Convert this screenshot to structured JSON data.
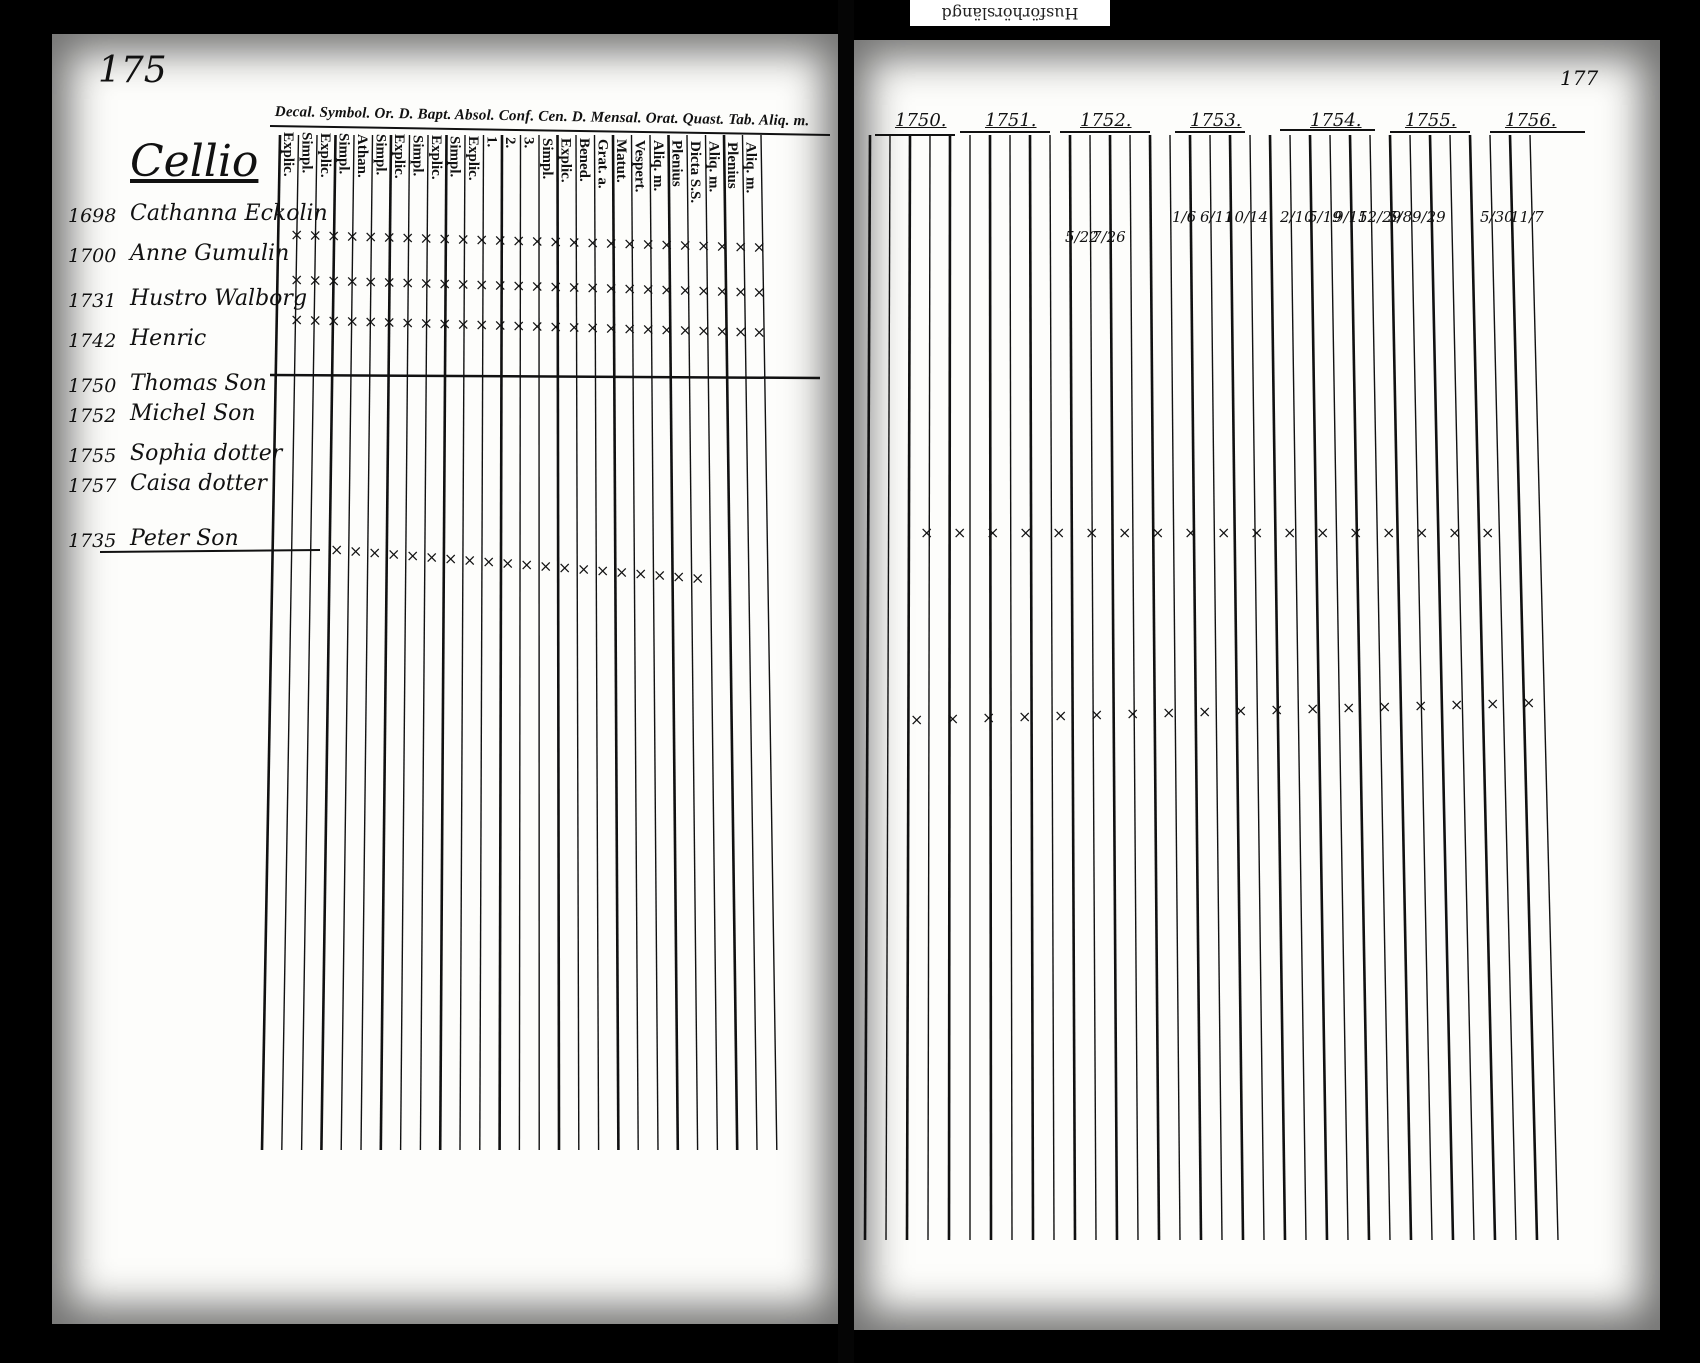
{
  "stamp": "Husförhörslängd",
  "page_number": "175",
  "right_page_number": "177",
  "household_label": "Cellio",
  "header_categories": "Decal. Symbol. Or. D. Bapt. Absol. Conf. Cen. D. Mensal. Orat. Quast. Tab. Aliq. m.",
  "left_columns": [
    "Explic.",
    "Simpl.",
    "Explic.",
    "Simpl.",
    "Athan.",
    "Simpl.",
    "Explic.",
    "Simpl.",
    "Explic.",
    "Simpl.",
    "Explic.",
    "1.",
    "2.",
    "3.",
    "Simpl.",
    "Explic.",
    "Bened.",
    "Grat. a.",
    "Matut.",
    "Vespert.",
    "Aliq. m.",
    "Plenius",
    "Dicta S.S.",
    "Aliq. m.",
    "Plenius",
    "Aliq. m."
  ],
  "persons": [
    {
      "year": "1698",
      "name": "Cathanna Eckolin"
    },
    {
      "year": "1700",
      "name": "Anne Gumulin"
    },
    {
      "year": "1731",
      "name": "Hustro Walborg"
    },
    {
      "year": "1742",
      "name": "Henric"
    },
    {
      "year": "1750",
      "name": "Thomas Son"
    },
    {
      "year": "1752",
      "name": "Michel Son"
    },
    {
      "year": "1755",
      "name": "Sophia dotter"
    },
    {
      "year": "1757",
      "name": "Caisa dotter"
    },
    {
      "year": "1735",
      "name": "Peter Son"
    }
  ],
  "years": [
    "1750.",
    "1751.",
    "1752.",
    "1753.",
    "1754.",
    "1755.",
    "1756."
  ],
  "dates_row1": [
    "5/22",
    "7/26",
    "1/6",
    "6/11",
    "10/14",
    "2/10",
    "5/19",
    "9/15",
    "12/29",
    "5/8",
    "9/29",
    "5/30",
    "11/7"
  ],
  "mark": "×",
  "colors": {
    "page": "#fdfdfb",
    "ink": "#111111",
    "border": "#000000"
  }
}
